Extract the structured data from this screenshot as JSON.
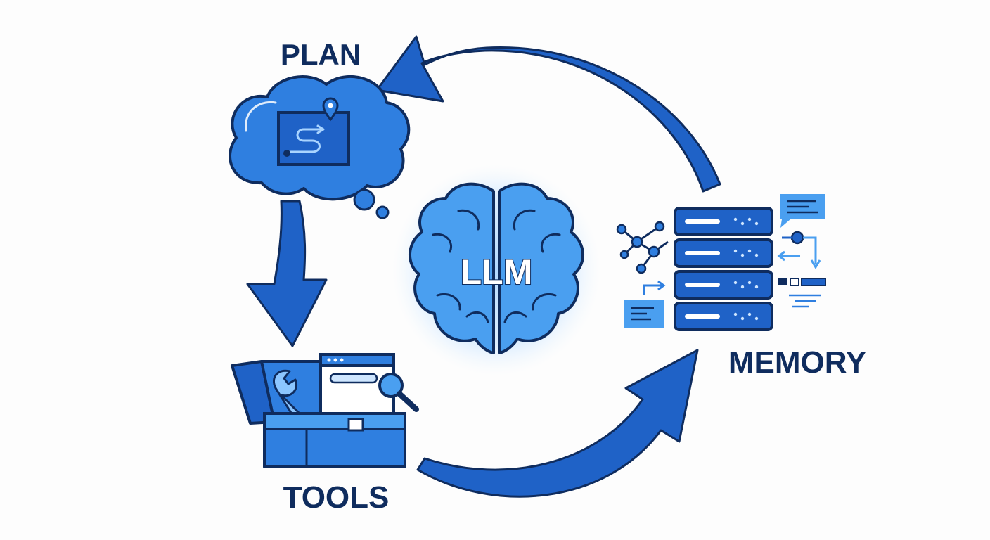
{
  "center": {
    "label": "LLM"
  },
  "nodes": {
    "plan": {
      "label": "PLAN"
    },
    "tools": {
      "label": "TOOLS"
    },
    "memory": {
      "label": "MEMORY"
    }
  },
  "colors": {
    "navy": "#0f2c5e",
    "blue": "#1f62c7",
    "mid_blue": "#2f7fe0",
    "light_blue": "#4a9ff0",
    "glow": "#8cc6ff",
    "background": "#fdfdfd"
  },
  "icons": {
    "plan": "thought-cloud-with-route-map-icon",
    "tools": "toolbox-wrench-browser-magnifier-icon",
    "memory": "server-stack-database-icon",
    "center": "brain-icon"
  }
}
